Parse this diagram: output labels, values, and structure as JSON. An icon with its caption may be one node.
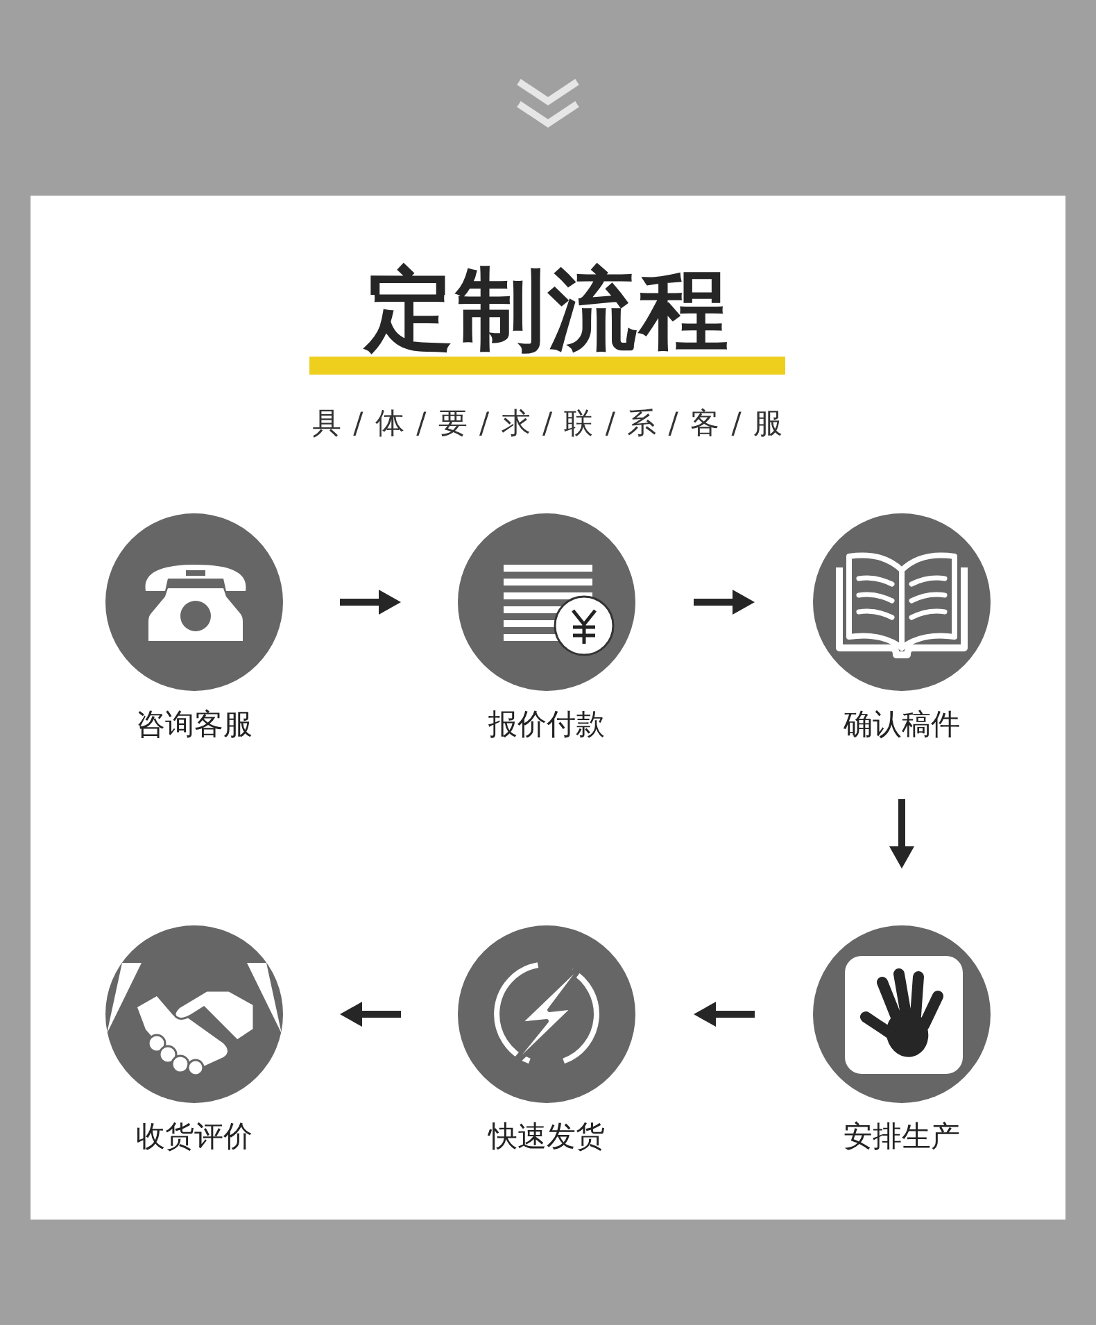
{
  "diagram": {
    "title": "定制流程",
    "nodes": [
      {
        "text": [
          "咨询客服"
        ]
      },
      {
        "text": [
          "报价付款"
        ]
      },
      {
        "text": [
          "确认稿件"
        ]
      },
      {
        "text": [
          "收货评价"
        ]
      },
      {
        "text": [
          "快速发货"
        ]
      },
      {
        "text": [
          "安排生产"
        ]
      }
    ],
    "edges": [
      {
        "from": 0,
        "to": 1,
        "arrow": "to"
      },
      {
        "from": 1,
        "to": 2,
        "arrow": "to"
      },
      {
        "from": 2,
        "to": 5,
        "arrow": "to"
      },
      {
        "from": 5,
        "to": 4,
        "arrow": "to"
      },
      {
        "from": 4,
        "to": 3,
        "arrow": "to"
      }
    ],
    "labels": [
      "具 / 体 / 要 / 求 / 联 / 系 / 客 / 服"
    ]
  }
}
